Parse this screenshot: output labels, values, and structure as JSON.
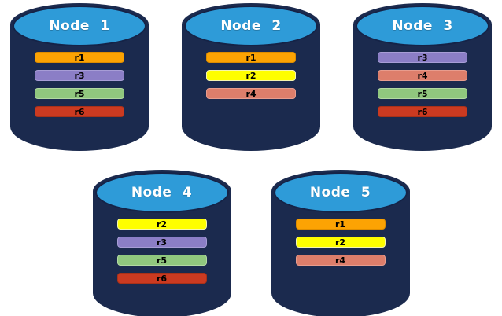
{
  "diagram": {
    "title": "database-nodes-replica-placement",
    "background": "#ffffff",
    "palette": {
      "cylinder_body": "#1B2A4E",
      "cylinder_top_fill": "#2E9BD8",
      "cylinder_top_border": "#152347",
      "node_label_color": "#FFFFFF",
      "bar_text_color": "#000000"
    },
    "replica_colors": {
      "r1": {
        "fill": "#FCA303",
        "border": "#DE8D00"
      },
      "r2": {
        "fill": "#FEFE00",
        "border": "#F5F5AE"
      },
      "r3": {
        "fill": "#8B7EC6",
        "border": "#A79DD6"
      },
      "r4": {
        "fill": "#DD7E6B",
        "border": "#E89C8D"
      },
      "r5": {
        "fill": "#90C77E",
        "border": "#B2D9A2"
      },
      "r6": {
        "fill": "#CB3A21",
        "border": "#A93119"
      }
    },
    "rows": [
      {
        "nodes": [
          {
            "label": "Node 1",
            "replicas": [
              "r1",
              "r3",
              "r5",
              "r6"
            ]
          },
          {
            "label": "Node 2",
            "replicas": [
              "r1",
              "r2",
              "r4"
            ]
          },
          {
            "label": "Node 3",
            "replicas": [
              "r3",
              "r4",
              "r5",
              "r6"
            ]
          }
        ]
      },
      {
        "nodes": [
          {
            "label": "Node 4",
            "replicas": [
              "r2",
              "r3",
              "r5",
              "r6"
            ]
          },
          {
            "label": "Node 5",
            "replicas": [
              "r1",
              "r2",
              "r4"
            ]
          }
        ]
      }
    ]
  }
}
